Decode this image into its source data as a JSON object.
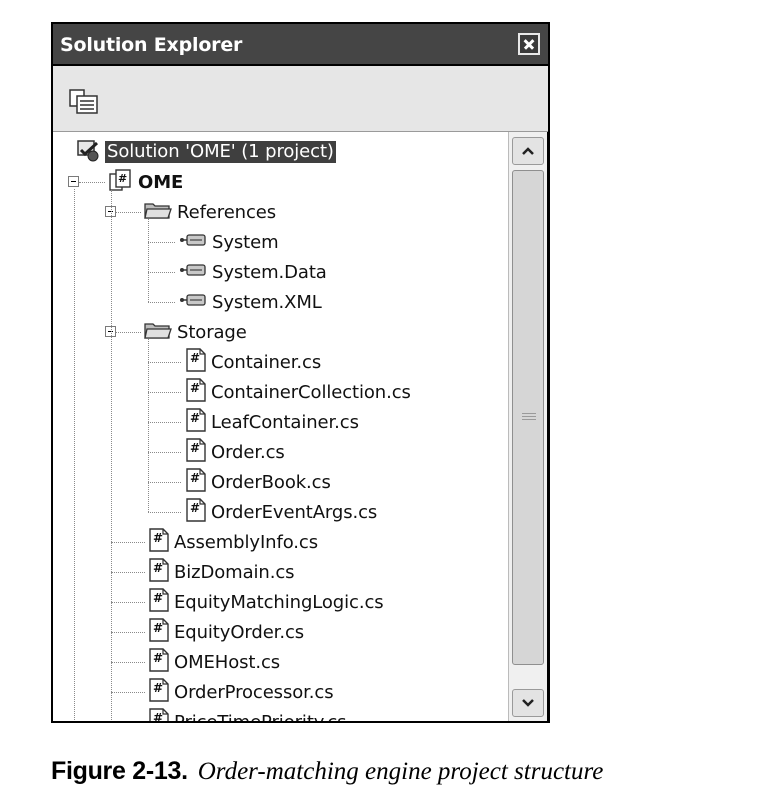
{
  "panel": {
    "title": "Solution Explorer",
    "close_icon": "close-icon",
    "toolbar_icon": "properties-icon"
  },
  "tree": {
    "solution": "Solution 'OME' (1 project)",
    "project": "OME",
    "references": {
      "label": "References",
      "items": [
        "System",
        "System.Data",
        "System.XML"
      ]
    },
    "storage": {
      "label": "Storage",
      "items": [
        "Container.cs",
        "ContainerCollection.cs",
        "LeafContainer.cs",
        "Order.cs",
        "OrderBook.cs",
        "OrderEventArgs.cs"
      ]
    },
    "files": [
      "AssemblyInfo.cs",
      "BizDomain.cs",
      "EquityMatchingLogic.cs",
      "EquityOrder.cs",
      "OMEHost.cs",
      "OrderProcessor.cs",
      "PriceTimePriority.cs"
    ]
  },
  "caption": {
    "number": "Figure 2-13.",
    "text": "Order-matching engine project structure"
  }
}
